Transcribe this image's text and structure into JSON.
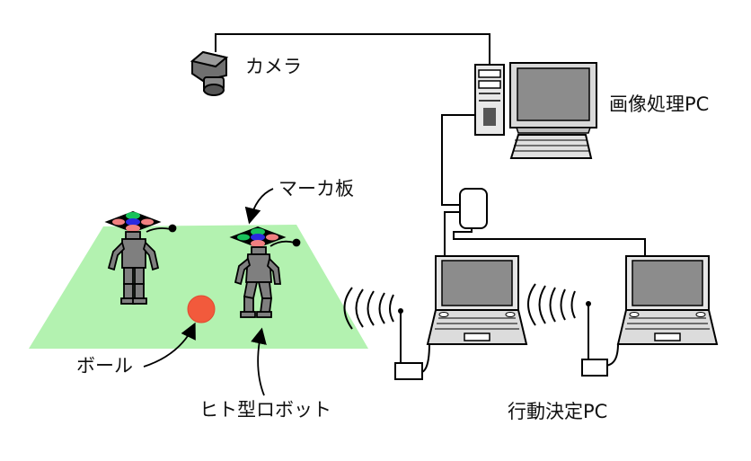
{
  "labels": {
    "camera": "カメラ",
    "image_pc": "画像処理PC",
    "marker_board": "マーカ板",
    "ball": "ボール",
    "robot": "ヒト型ロボット",
    "action_pc": "行動決定PC"
  },
  "colors": {
    "field": "#b3f2b0",
    "ball": "#f25a3c",
    "robot": "#7f7f7f",
    "marker_green": "#18c25a",
    "marker_blue": "#2a2ae0",
    "marker_pink": "#f08080",
    "screen": "#8c8c8c",
    "case": "#d9d9d9"
  },
  "icons": [
    "camera-icon",
    "desktop-pc-icon",
    "hub-icon",
    "laptop-icon",
    "robot-icon",
    "wireless-signal-icon",
    "usb-dongle-icon"
  ]
}
